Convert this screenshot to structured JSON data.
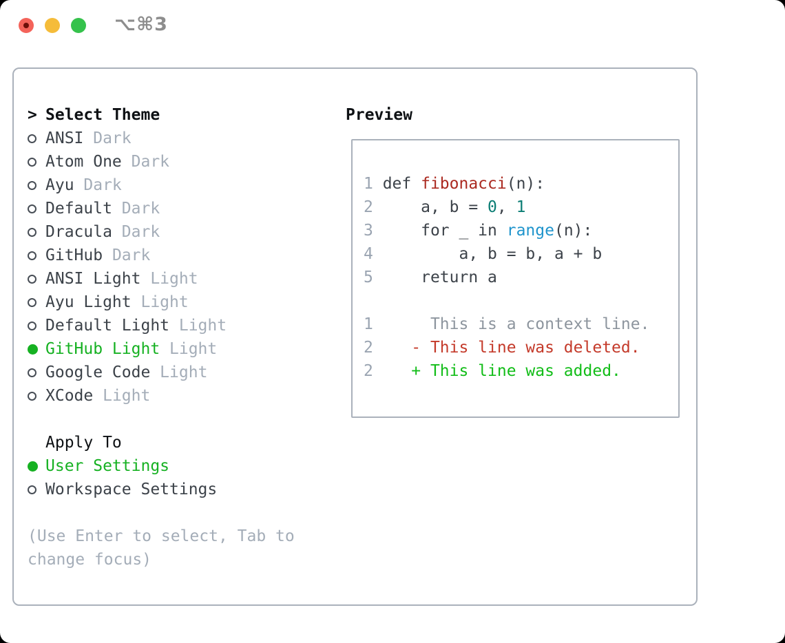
{
  "window": {
    "title": "⌥⌘3",
    "traffic_lights": [
      "close",
      "minimize",
      "zoom"
    ]
  },
  "colors": {
    "page_bg": "#000000",
    "window_bg": "#ffffff",
    "border": "#aab1bb",
    "text_dark": "#3c4249",
    "text_black": "#0e1114",
    "muted": "#a4adb8",
    "green": "#16b122",
    "add_green": "#12bd18",
    "del_red": "#c43a2a",
    "func_red": "#ab2a21",
    "num_teal": "#0b7d74",
    "builtin_blue": "#1f94cc",
    "lnum": "#9aa4b1",
    "context": "#8d959e",
    "title_gray": "#8d8d8d",
    "traffic_red": "#f4635a",
    "traffic_red_dot": "#6d0f08",
    "traffic_yellow": "#f5bc3a",
    "traffic_green": "#35c24c"
  },
  "theme_picker": {
    "prompt": ">",
    "header": "Select Theme",
    "themes": [
      {
        "name": "ANSI",
        "variant": "Dark",
        "selected": false
      },
      {
        "name": "Atom One",
        "variant": "Dark",
        "selected": false
      },
      {
        "name": "Ayu",
        "variant": "Dark",
        "selected": false
      },
      {
        "name": "Default",
        "variant": "Dark",
        "selected": false
      },
      {
        "name": "Dracula",
        "variant": "Dark",
        "selected": false
      },
      {
        "name": "GitHub",
        "variant": "Dark",
        "selected": false
      },
      {
        "name": "ANSI Light",
        "variant": "Light",
        "selected": false
      },
      {
        "name": "Ayu Light",
        "variant": "Light",
        "selected": false
      },
      {
        "name": "Default Light",
        "variant": "Light",
        "selected": false
      },
      {
        "name": "GitHub Light",
        "variant": "Light",
        "selected": true
      },
      {
        "name": "Google Code",
        "variant": "Light",
        "selected": false
      },
      {
        "name": "XCode",
        "variant": "Light",
        "selected": false
      }
    ],
    "apply_to": {
      "header": "Apply To",
      "options": [
        {
          "label": "User Settings",
          "selected": true
        },
        {
          "label": "Workspace Settings",
          "selected": false
        }
      ]
    },
    "help": "(Use Enter to select, Tab to change focus)"
  },
  "preview": {
    "header": "Preview",
    "lines": [
      {
        "tokens": [
          {
            "t": "1 ",
            "c": "lnum"
          },
          {
            "t": "def ",
            "c": "code"
          },
          {
            "t": "fibonacci",
            "c": "func"
          },
          {
            "t": "(n):",
            "c": "code"
          }
        ]
      },
      {
        "tokens": [
          {
            "t": "2 ",
            "c": "lnum"
          },
          {
            "t": "    a, b = ",
            "c": "code"
          },
          {
            "t": "0",
            "c": "num"
          },
          {
            "t": ", ",
            "c": "code"
          },
          {
            "t": "1",
            "c": "num"
          }
        ]
      },
      {
        "tokens": [
          {
            "t": "3 ",
            "c": "lnum"
          },
          {
            "t": "    for _ in ",
            "c": "code"
          },
          {
            "t": "range",
            "c": "builtin"
          },
          {
            "t": "(n):",
            "c": "code"
          }
        ]
      },
      {
        "tokens": [
          {
            "t": "4 ",
            "c": "lnum"
          },
          {
            "t": "        a, b = b, a + b",
            "c": "code"
          }
        ]
      },
      {
        "tokens": [
          {
            "t": "5 ",
            "c": "lnum"
          },
          {
            "t": "    return a",
            "c": "code"
          }
        ]
      },
      {
        "tokens": []
      },
      {
        "tokens": [
          {
            "t": "1 ",
            "c": "lnum"
          },
          {
            "t": "     This is a context line.",
            "c": "context"
          }
        ]
      },
      {
        "tokens": [
          {
            "t": "2 ",
            "c": "lnum"
          },
          {
            "t": "   ",
            "c": "code"
          },
          {
            "t": "- This line was deleted.",
            "c": "del"
          }
        ]
      },
      {
        "tokens": [
          {
            "t": "2 ",
            "c": "lnum"
          },
          {
            "t": "   ",
            "c": "code"
          },
          {
            "t": "+ This line was added.",
            "c": "add"
          }
        ]
      }
    ]
  }
}
